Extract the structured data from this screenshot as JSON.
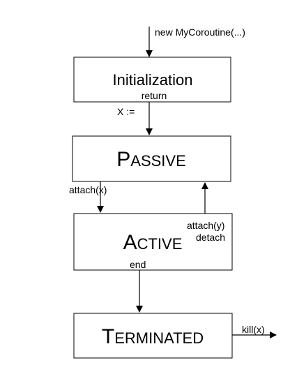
{
  "diagram": {
    "colors": {
      "stroke": "#000000",
      "fill": "#ffffff",
      "text": "#000000"
    },
    "states": {
      "initialization": {
        "label": "Initialization",
        "sublabel": "return"
      },
      "passive": {
        "cap": "P",
        "rest": "ASSIVE"
      },
      "active": {
        "cap": "A",
        "rest": "CTIVE"
      },
      "terminated": {
        "cap": "T",
        "rest": "ERMINATED"
      }
    },
    "edges": {
      "entry": "new MyCoroutine(...)",
      "assign": "X :=",
      "attach_x": "attach(x)",
      "attach_y": "attach(y)",
      "detach": "detach",
      "end": "end",
      "kill": "kill(x)"
    }
  }
}
